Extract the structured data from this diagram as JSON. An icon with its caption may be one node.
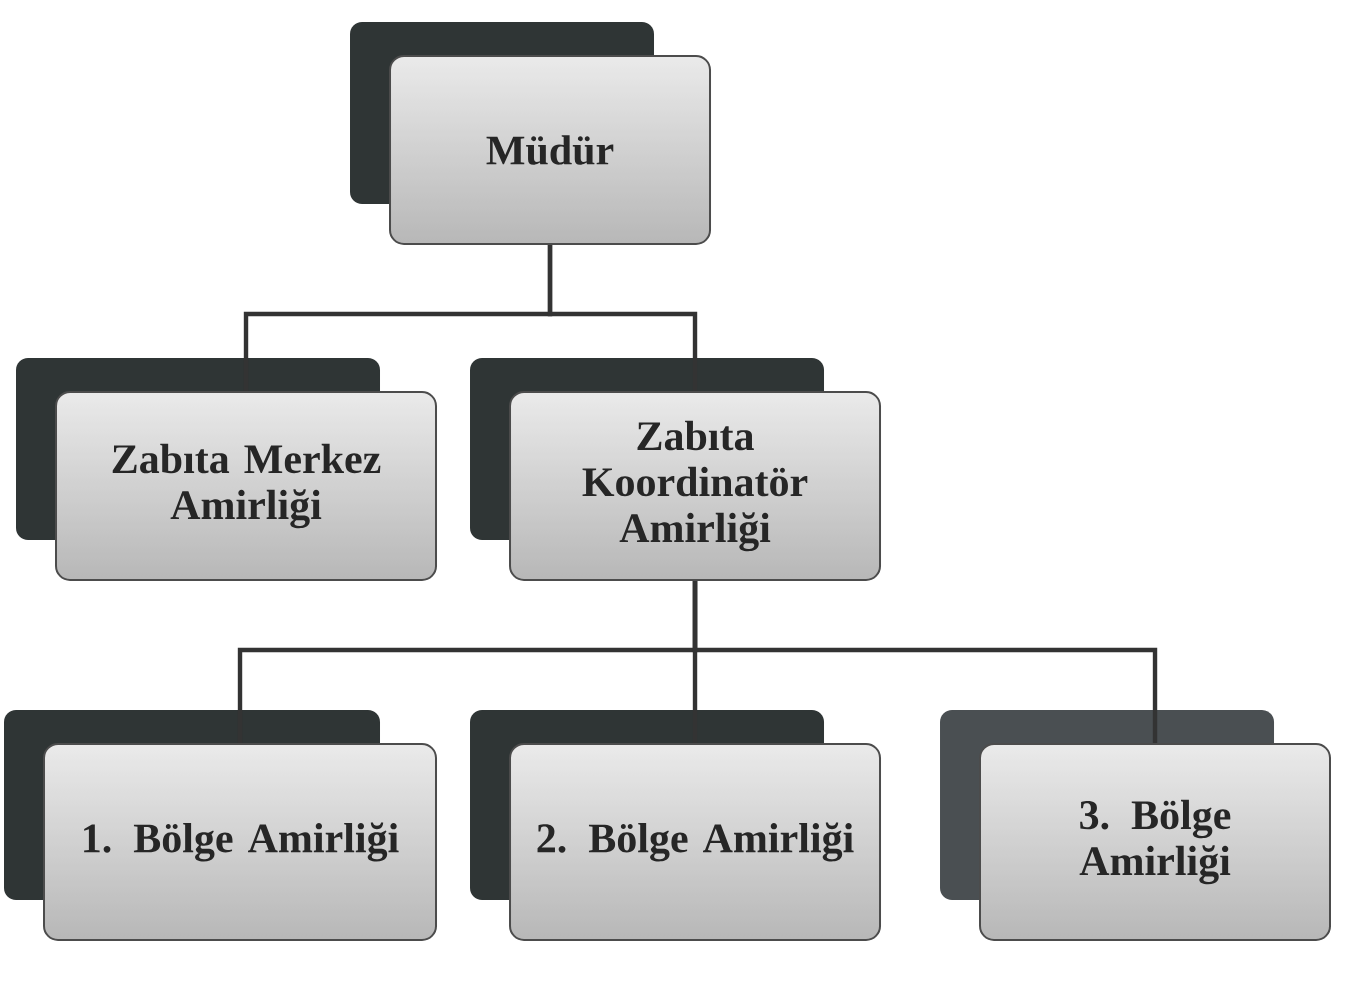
{
  "diagram": {
    "nodes": [
      {
        "text": [
          "Müdür"
        ]
      },
      {
        "text": [
          "Zabıta Merkez Amirliği"
        ]
      },
      {
        "text": [
          "Zabıta Koordinatör Amirliği"
        ]
      },
      {
        "text": [
          "1. Bölge Amirliği"
        ]
      },
      {
        "text": [
          "2. Bölge Amirliği"
        ]
      },
      {
        "text": [
          "3. Bölge Amirliği"
        ]
      }
    ],
    "edges": [
      {
        "from": 0,
        "to": 1,
        "arrow": "none"
      },
      {
        "from": 0,
        "to": 2,
        "arrow": "none"
      },
      {
        "from": 2,
        "to": 3,
        "arrow": "none"
      },
      {
        "from": 2,
        "to": 4,
        "arrow": "none"
      },
      {
        "from": 2,
        "to": 5,
        "arrow": "none"
      }
    ]
  }
}
